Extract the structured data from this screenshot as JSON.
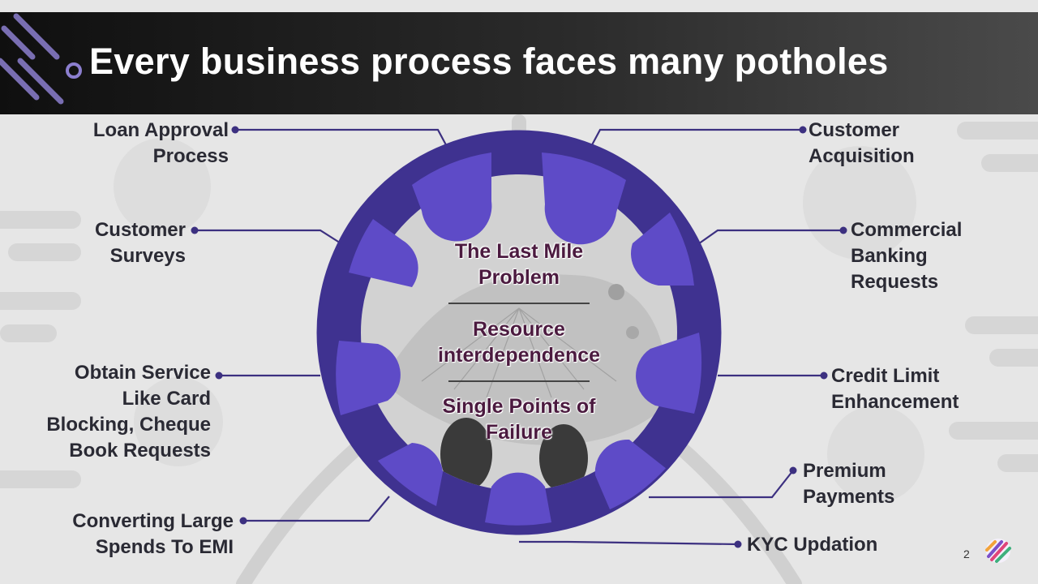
{
  "slide": {
    "title": "Every business process faces many potholes",
    "page_number": "2",
    "accent_color": "#5e4bc7",
    "accent_dark": "#3f3290",
    "line_color": "#3c3080"
  },
  "center_items": [
    [
      "The Last Mile",
      "Problem"
    ],
    [
      "Resource",
      "interdependence"
    ],
    [
      "Single Points of",
      "Failure"
    ]
  ],
  "left_labels": [
    [
      "Loan Approval",
      "Process"
    ],
    [
      "Customer",
      "Surveys"
    ],
    [
      "Obtain Service",
      "Like Card",
      "Blocking, Cheque",
      "Book Requests"
    ],
    [
      "Converting Large",
      "Spends To EMI"
    ]
  ],
  "right_labels": [
    [
      "Customer",
      "Acquisition"
    ],
    [
      "Commercial",
      "Banking",
      "Requests"
    ],
    [
      "Credit Limit",
      "Enhancement"
    ],
    [
      "Premium",
      "Payments"
    ],
    [
      "KYC Updation"
    ]
  ]
}
